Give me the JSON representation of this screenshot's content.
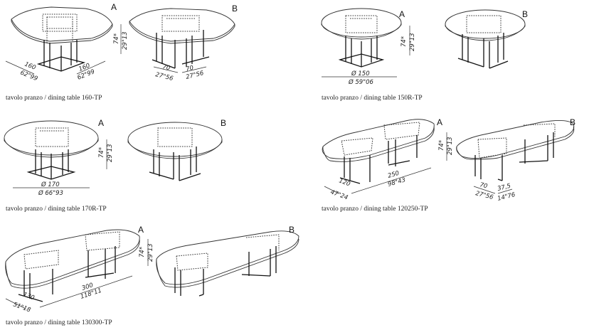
{
  "products": [
    {
      "id": "160-TP",
      "variant_a": "A",
      "variant_b": "B",
      "dims": [
        "74*",
        "29\"13",
        "160",
        "62\"99",
        "160",
        "62\"99",
        "70",
        "27\"56",
        "70",
        "27\"56"
      ],
      "caption": "tavolo pranzo / dining table 160-TP"
    },
    {
      "id": "150R-TP",
      "variant_a": "A",
      "variant_b": "B",
      "dims": [
        "74*",
        "29\"13",
        "Ø 150",
        "Ø 59\"06"
      ],
      "caption": "tavolo pranzo / dining table 150R-TP"
    },
    {
      "id": "170R-TP",
      "variant_a": "A",
      "variant_b": "B",
      "dims": [
        "74*",
        "29\"13",
        "Ø 170",
        "Ø 66\"93"
      ],
      "caption": "tavolo pranzo / dining table 170R-TP"
    },
    {
      "id": "120250-TP",
      "variant_a": "A",
      "variant_b": "B",
      "dims": [
        "74*",
        "29\"13",
        "120",
        "47\"24",
        "250",
        "98\"43",
        "70",
        "27\"56",
        "37,5",
        "14\"76"
      ],
      "caption": "tavolo pranzo / dining table 120250-TP"
    },
    {
      "id": "130300-TP",
      "variant_a": "A",
      "variant_b": "B",
      "dims": [
        "74*",
        "29\"13",
        "130",
        "51\"18",
        "300",
        "118\"11"
      ],
      "caption": "tavolo pranzo / dining table 130300-TP"
    }
  ]
}
